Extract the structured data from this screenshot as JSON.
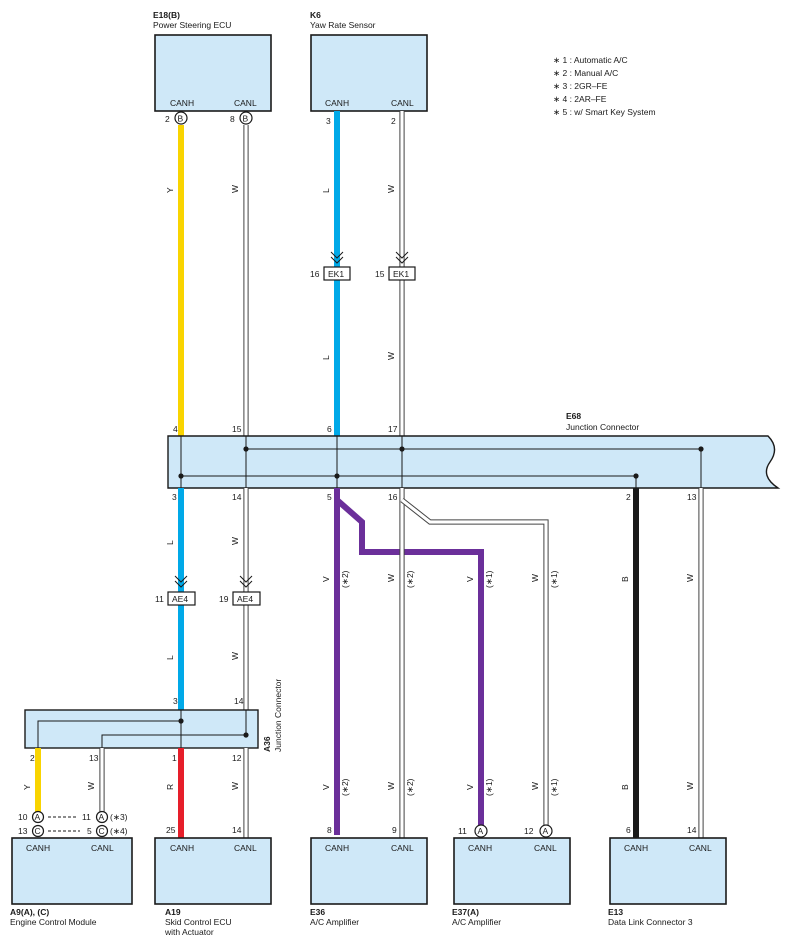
{
  "notes": [
    "∗ 1 : Automatic A/C",
    "∗ 2 : Manual A/C",
    "∗ 3 : 2GR–FE",
    "∗ 4 : 2AR–FE",
    "∗ 5 : w/ Smart Key System"
  ],
  "components": {
    "e18": {
      "code": "E18(B)",
      "name": "Power Steering ECU",
      "canh": "CANH",
      "canl": "CANL",
      "pin_h": "2",
      "pin_l": "8",
      "conn_h": "B",
      "conn_l": "B"
    },
    "k6": {
      "code": "K6",
      "name": "Yaw Rate Sensor",
      "canh": "CANH",
      "canl": "CANL",
      "pin_h": "3",
      "pin_l": "2"
    },
    "e68": {
      "code": "E68",
      "name": "Junction Connector",
      "top_pins": [
        "4",
        "15",
        "6",
        "17"
      ],
      "bottom_pins": [
        "3",
        "14",
        "5",
        "16",
        "2",
        "13"
      ]
    },
    "a36": {
      "code": "A36",
      "name": "Junction Connector",
      "top_pins": [
        "3",
        "14"
      ],
      "bottom_pins": [
        "2",
        "13",
        "1",
        "12"
      ]
    },
    "a9": {
      "code": "A9(A), (C)",
      "name": "Engine Control Module",
      "canh": "CANH",
      "canl": "CANL",
      "pin_a": "10",
      "pin_c": "13",
      "pin_a2": "11",
      "pin_c2": "5",
      "conn_a": "A",
      "conn_c": "C",
      "note_a": "(∗3)",
      "note_c": "(∗4)"
    },
    "a19": {
      "code": "A19",
      "name": "Skid Control ECU",
      "name2": "with Actuator",
      "canh": "CANH",
      "canl": "CANL",
      "pin_h": "25",
      "pin_l": "14"
    },
    "e36": {
      "code": "E36",
      "name": "A/C Amplifier",
      "canh": "CANH",
      "canl": "CANL",
      "pin_h": "8",
      "pin_l": "9"
    },
    "e37": {
      "code": "E37(A)",
      "name": "A/C Amplifier",
      "canh": "CANH",
      "canl": "CANL",
      "pin_h": "11",
      "pin_l": "12",
      "conn": "A"
    },
    "e13": {
      "code": "E13",
      "name": "Data Link Connector 3",
      "canh": "CANH",
      "canl": "CANL",
      "pin_h": "6",
      "pin_l": "14"
    }
  },
  "connectors": {
    "ek1_l": {
      "label": "EK1",
      "pin": "16"
    },
    "ek1_w": {
      "label": "EK1",
      "pin": "15"
    },
    "ae4_l": {
      "label": "AE4",
      "pin": "11"
    },
    "ae4_w": {
      "label": "AE4",
      "pin": "19"
    }
  },
  "wire_colors": {
    "Y": "#f9d400",
    "L": "#00a9e8",
    "V": "#6b2f9a",
    "B": "#1a1a1a",
    "R": "#e61e2a",
    "W": "#ffffff"
  },
  "wire_labels": {
    "y": "Y",
    "w": "W",
    "l": "L",
    "v": "V",
    "b": "B",
    "r": "R",
    "n1": "(∗1)",
    "n2": "(∗2)"
  }
}
